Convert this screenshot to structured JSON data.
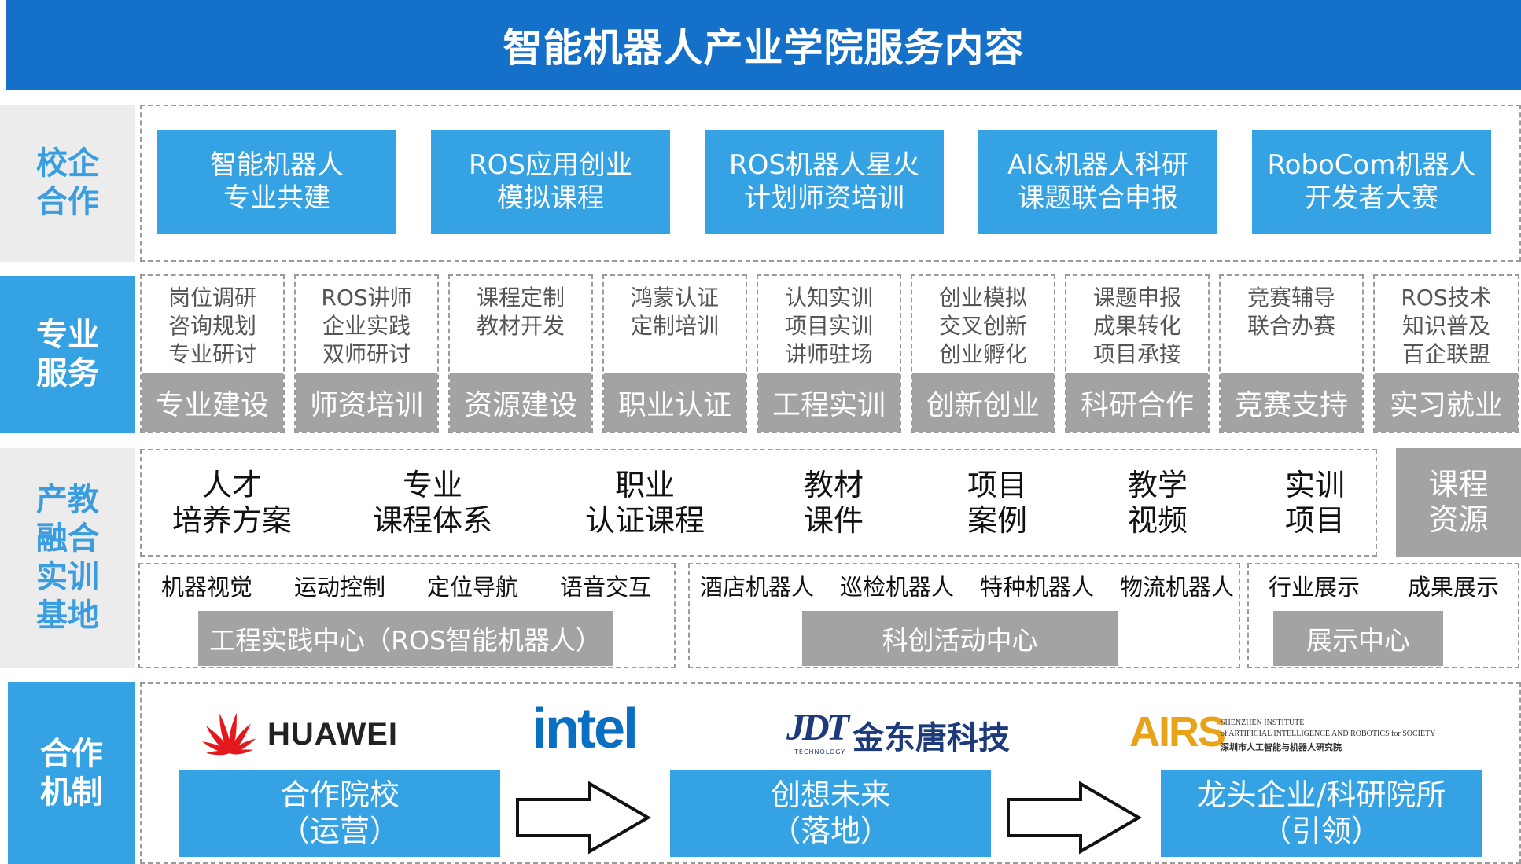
{
  "title": "智能机器人产业学院服务内容",
  "rows": {
    "school": "校企\n合作",
    "service": "专业\n服务",
    "base": "产教\n融合\n实训\n基地",
    "mechanism": "合作\n机制"
  },
  "school_boxes": [
    "智能机器人\n专业共建",
    "ROS应用创业\n模拟课程",
    "ROS机器人星火\n计划师资培训",
    "AI&机器人科研\n课题联合申报",
    "RoboCom机器人\n开发者大赛"
  ],
  "services": [
    {
      "items": "岗位调研\n咨询规划\n专业研讨",
      "title": "专业建设"
    },
    {
      "items": "ROS讲师\n企业实践\n双师研讨",
      "title": "师资培训"
    },
    {
      "items": "课程定制\n教材开发",
      "title": "资源建设"
    },
    {
      "items": "鸿蒙认证\n定制培训",
      "title": "职业认证"
    },
    {
      "items": "认知实训\n项目实训\n讲师驻场",
      "title": "工程实训"
    },
    {
      "items": "创业模拟\n交叉创新\n创业孵化",
      "title": "创新创业"
    },
    {
      "items": "课题申报\n成果转化\n项目承接",
      "title": "科研合作"
    },
    {
      "items": "竞赛辅导\n联合办赛",
      "title": "竞赛支持"
    },
    {
      "items": "ROS技术\n知识普及\n百企联盟",
      "title": "实习就业"
    }
  ],
  "resources": [
    "人才\n培养方案",
    "专业\n课程体系",
    "职业\n认证课程",
    "教材\n课件",
    "项目\n案例",
    "教学\n视频",
    "实训\n项目"
  ],
  "resource_label": "课程\n资源",
  "centers": [
    {
      "items": [
        "机器视觉",
        "运动控制",
        "定位导航",
        "语音交互"
      ],
      "label": "工程实践中心（ROS智能机器人）"
    },
    {
      "items": [
        "酒店机器人",
        "巡检机器人",
        "特种机器人",
        "物流机器人"
      ],
      "label": "科创活动中心"
    },
    {
      "items": [
        "行业展示",
        "成果展示"
      ],
      "label": "展示中心"
    }
  ],
  "logos": {
    "huawei": "HUAWEI",
    "intel": "intel",
    "jdt": "金东唐科技",
    "jdt_mark": "JDT",
    "jdt_sub": "TECHNOLOGY",
    "airs": "AIRS",
    "airs_line1": "SHENZHEN INSTITUTE",
    "airs_line2": "of ARTIFICIAL INTELLIGENCE AND ROBOTICS for SOCIETY",
    "airs_line3": "深圳市人工智能与机器人研究院"
  },
  "mechanism_boxes": [
    "合作院校\n（运营）",
    "创想未来\n（落地）",
    "龙头企业/科研院所\n（引领）"
  ],
  "colors": {
    "header": "#1470c8",
    "accent": "#35a2e3",
    "gray": "#a3a3a3",
    "label_bg": "#ececec",
    "huawei_red": "#e4181d",
    "intel_blue": "#0a6fc2",
    "airs_gold": "#e8a319"
  }
}
